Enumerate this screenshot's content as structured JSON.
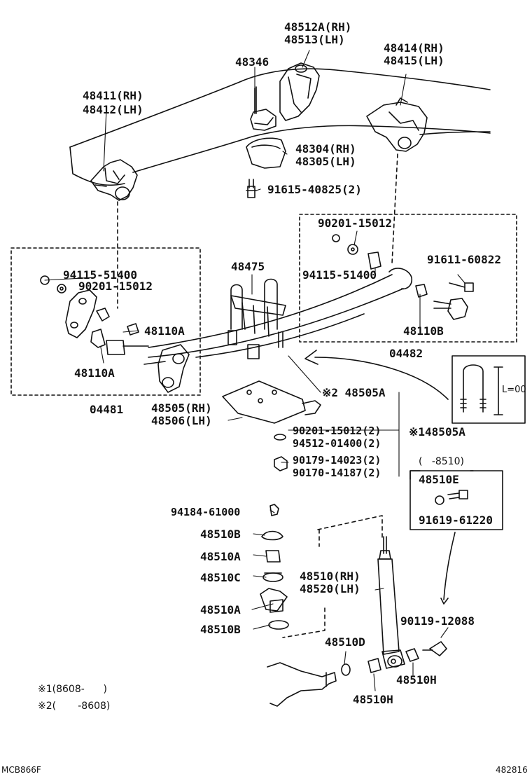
{
  "labels": {
    "p48512a": "48512A(RH)",
    "p48513": "48513(LH)",
    "p48414": "48414(RH)",
    "p48415": "48415(LH)",
    "p48346": "48346",
    "p48411": "48411(RH)",
    "p48412": "48412(LH)",
    "p48304": "48304(RH)",
    "p48305": "48305(LH)",
    "p91615": "91615-40825(2)",
    "p90201_right": "90201-15012",
    "p94115_right": "94115-51400",
    "p91611": "91611-60822",
    "p48110b": "48110B",
    "p04482": "04482",
    "p48475": "48475",
    "p94115_left": "94115-51400",
    "p90201_left": "90201-15012",
    "p48110a_1": "48110A",
    "p48110a_2": "48110A",
    "p04481": "04481",
    "p48505a_2": "※2 48505A",
    "p48505": "48505(RH)",
    "p48506": "48506(LH)",
    "p90201_mid": "90201-15012(2)",
    "p94512": "94512-01400(2)",
    "p48505a_1": "※148505A",
    "p90179": "90179-14023(2)",
    "p90170": "90170-14187(2)",
    "p8510": "(   -8510)",
    "p48510e": "48510E",
    "p91619": "91619-61220",
    "p94184": "94184-61000",
    "p48510b_1": "48510B",
    "p48510a_1": "48510A",
    "p48510c": "48510C",
    "p48510": "48510(RH)",
    "p48520": "48520(LH)",
    "p48510a_2": "48510A",
    "p48510b_2": "48510B",
    "p90119": "90119-12088",
    "p48510d": "48510D",
    "p48510h_1": "48510H",
    "p48510h_2": "48510H",
    "l_label": "L=00"
  },
  "notes": {
    "n1": "※1(8608-      )",
    "n2": "※2(       -8608)"
  },
  "footer": {
    "left_code": "MCB866F",
    "right_code": "482816"
  }
}
